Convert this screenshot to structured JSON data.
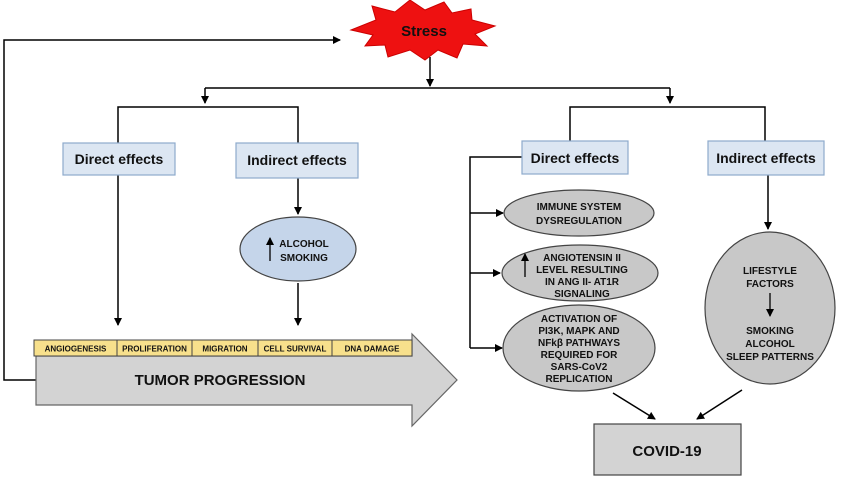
{
  "stress": {
    "label": "Stress",
    "color": "#ee1111",
    "text_color": "#ffffff"
  },
  "tumor_branch": {
    "direct_effects": "Direct effects",
    "indirect_effects": "Indirect effects",
    "alcohol_smoking": [
      "ALCOHOL",
      "SMOKING"
    ],
    "hallmarks": [
      "ANGIOGENESIS",
      "PROLIFERATION",
      "MIGRATION",
      "CELL SURVIVAL",
      "DNA DAMAGE"
    ],
    "tumor_progression": "TUMOR PROGRESSION"
  },
  "covid_branch": {
    "direct_effects": "Direct effects",
    "indirect_effects": "Indirect effects",
    "immune": [
      "IMMUNE SYSTEM",
      "DYSREGULATION"
    ],
    "angiotensin": [
      "ANGIOTENSIN II",
      "LEVEL RESULTING",
      "IN ANG II- AT1R",
      "SIGNALING"
    ],
    "activation": [
      "ACTIVATION OF",
      "PI3K, MAPK AND",
      "NFkβ PATHWAYS",
      "REQUIRED FOR",
      "SARS-CoV2",
      "REPLICATION"
    ],
    "lifestyle": [
      "LIFESTYLE",
      "FACTORS"
    ],
    "lifestyle_items": [
      "SMOKING",
      "ALCOHOL",
      "SLEEP PATTERNS"
    ],
    "covid": "COVID-19"
  },
  "colors": {
    "effect_box_fill": "#dce6f2",
    "effect_box_stroke": "#8eaacc",
    "oval_gray": "#c8c8c8",
    "oval_blue": "#c5d5ea",
    "hallmark_fill": "#f7e08c",
    "arrow_fill": "#d3d3d3",
    "covid_fill": "#d3d3d3"
  }
}
